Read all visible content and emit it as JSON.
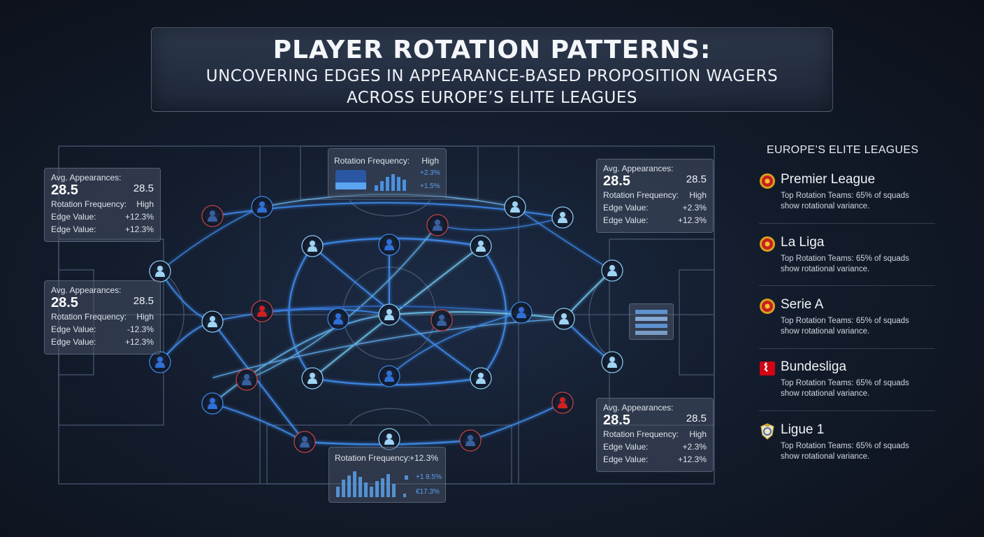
{
  "title": {
    "main": "PLAYER ROTATION PATTERNS:",
    "sub1": "UNCOVERING EDGES IN APPEARANCE-BASED PROPOSITION WAGERS",
    "sub2": "ACROSS EUROPE’S ELITE LEAGUES"
  },
  "cards": {
    "tl": {
      "avg_label": "Avg. Appearances:",
      "avg_value": "28.5",
      "avg_value2": "28.5",
      "freq_label": "Rotation Frequency:",
      "freq_value": "High",
      "edge1_label": "Edge Value:",
      "edge1_value": "+12.3%",
      "edge2_label": "Edge Value:",
      "edge2_value": "+12.3%"
    },
    "ml": {
      "avg_label": "Avg. Appearances:",
      "avg_value": "28.5",
      "avg_value2": "28.5",
      "freq_label": "Rotation Frequency:",
      "freq_value": "High",
      "edge1_label": "Edge Value:",
      "edge1_value": "-12.3%",
      "edge2_label": "Edge Value:",
      "edge2_value": "+12.3%"
    },
    "tr": {
      "avg_label": "Avg. Appearances:",
      "avg_value": "28.5",
      "avg_value2": "28.5",
      "freq_label": "Rotation Frequency:",
      "freq_value": "High",
      "edge1_label": "Edge Value:",
      "edge1_value": "+2.3%",
      "edge2_label": "Edge Value:",
      "edge2_value": "+12.3%"
    },
    "br": {
      "avg_label": "Avg. Appearances:",
      "avg_value": "28.5",
      "avg_value2": "28.5",
      "freq_label": "Rotation Frequency:",
      "freq_value": "High",
      "edge1_label": "Edge Value:",
      "edge1_value": "+2.3%",
      "edge2_label": "Edge Value:",
      "edge2_value": "+12.3%"
    }
  },
  "freq_top": {
    "label": "Rotation Frequency:",
    "value": "High",
    "stat1": "+2.3%",
    "stat2": "+1.5%"
  },
  "freq_bottom": {
    "label": "Rotation Frequency:",
    "value": "+12.3%",
    "stat1": "+1 8.5%",
    "stat2": "€17.3%"
  },
  "sidebar": {
    "title": "EUROPE’S ELITE LEAGUES",
    "leagues": [
      {
        "name": "Premier League",
        "desc1": "Top Rotation Teams: 65% of squads",
        "desc2": "show rotational variance.",
        "icon": "crest-icon"
      },
      {
        "name": "La Liga",
        "desc1": "Top Rotation Teams: 65% of squads",
        "desc2": "show rotational variance.",
        "icon": "crest-icon"
      },
      {
        "name": "Serie A",
        "desc1": "Top Rotation Teams: 65% of squads",
        "desc2": "show rotational variance.",
        "icon": "crest-icon"
      },
      {
        "name": "Bundesliga",
        "desc1": "Top Rotation Teams: 65% of squads",
        "desc2": "show rotational variance.",
        "icon": "bundesliga-icon"
      },
      {
        "name": "Ligue 1",
        "desc1": "Top Rotation Teams: 65% of squads",
        "desc2": "show rotational variance.",
        "icon": "shield-crest-icon"
      }
    ]
  },
  "colors": {
    "accent_blue": "#3f8df0",
    "light_blue": "#7cc6f0",
    "red": "#d02020",
    "pitch_line": "#4a5a78"
  }
}
